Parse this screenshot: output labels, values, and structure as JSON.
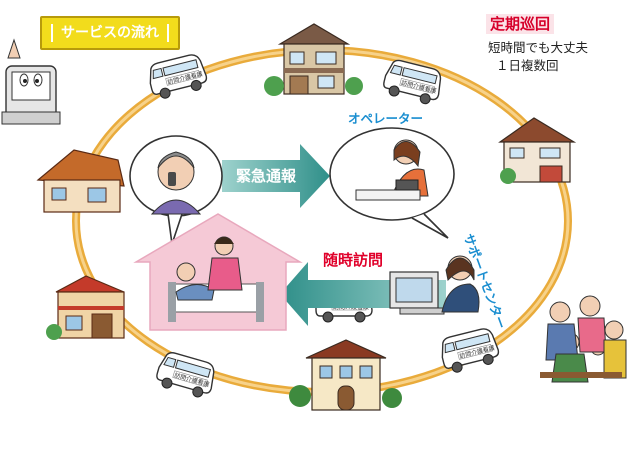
{
  "title": "サービスの流れ",
  "patrol": {
    "title": "定期巡回",
    "lines": [
      "短時間でも大丈夫",
      "１日複数回"
    ]
  },
  "labels": {
    "operator": "オペレーター",
    "support_center": "サポートセンター",
    "emergency": "緊急通報",
    "visit": "随時訪問"
  },
  "van_label": "訪問介護看護",
  "colors": {
    "ring": "#e9ab3b",
    "arrow": "#3a9c96",
    "home": "#f5c9d6",
    "title_bg": "#f2dc1c",
    "patrol_title": "#d6002a",
    "visit_label": "#e0002a",
    "blue_label": "#1a8ed0"
  }
}
